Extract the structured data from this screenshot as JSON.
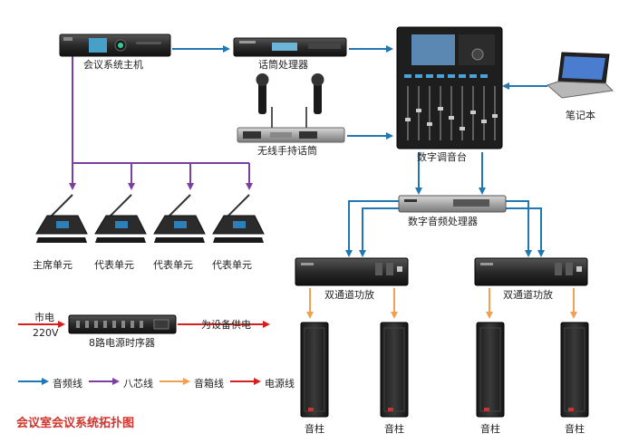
{
  "title": "会议室会议系统拓扑图",
  "colors": {
    "audio": "#1f78b4",
    "eight_core": "#7b3fa0",
    "speaker": "#f0a050",
    "power": "#d62020"
  },
  "devices": {
    "host": "会议系统主机",
    "feedback": "话筒处理器",
    "wireless_mic": "无线手持话筒",
    "mixer": "数字调音台",
    "laptop": "笔记本",
    "dsp": "数字音频处理器",
    "amp_left": "双通道功放",
    "amp_right": "双通道功放",
    "sequencer": "8路电源时序器",
    "mains_label": "市电",
    "mains_voltage": "220V",
    "supply_label": "为设备供电"
  },
  "units": [
    "主席单元",
    "代表单元",
    "代表单元",
    "代表单元"
  ],
  "columns": [
    "音柱",
    "音柱",
    "音柱",
    "音柱"
  ],
  "legend": [
    {
      "label": "音频线",
      "color": "#1f78b4"
    },
    {
      "label": "八芯线",
      "color": "#7b3fa0"
    },
    {
      "label": "音箱线",
      "color": "#f0a050"
    },
    {
      "label": "电源线",
      "color": "#d62020"
    }
  ]
}
